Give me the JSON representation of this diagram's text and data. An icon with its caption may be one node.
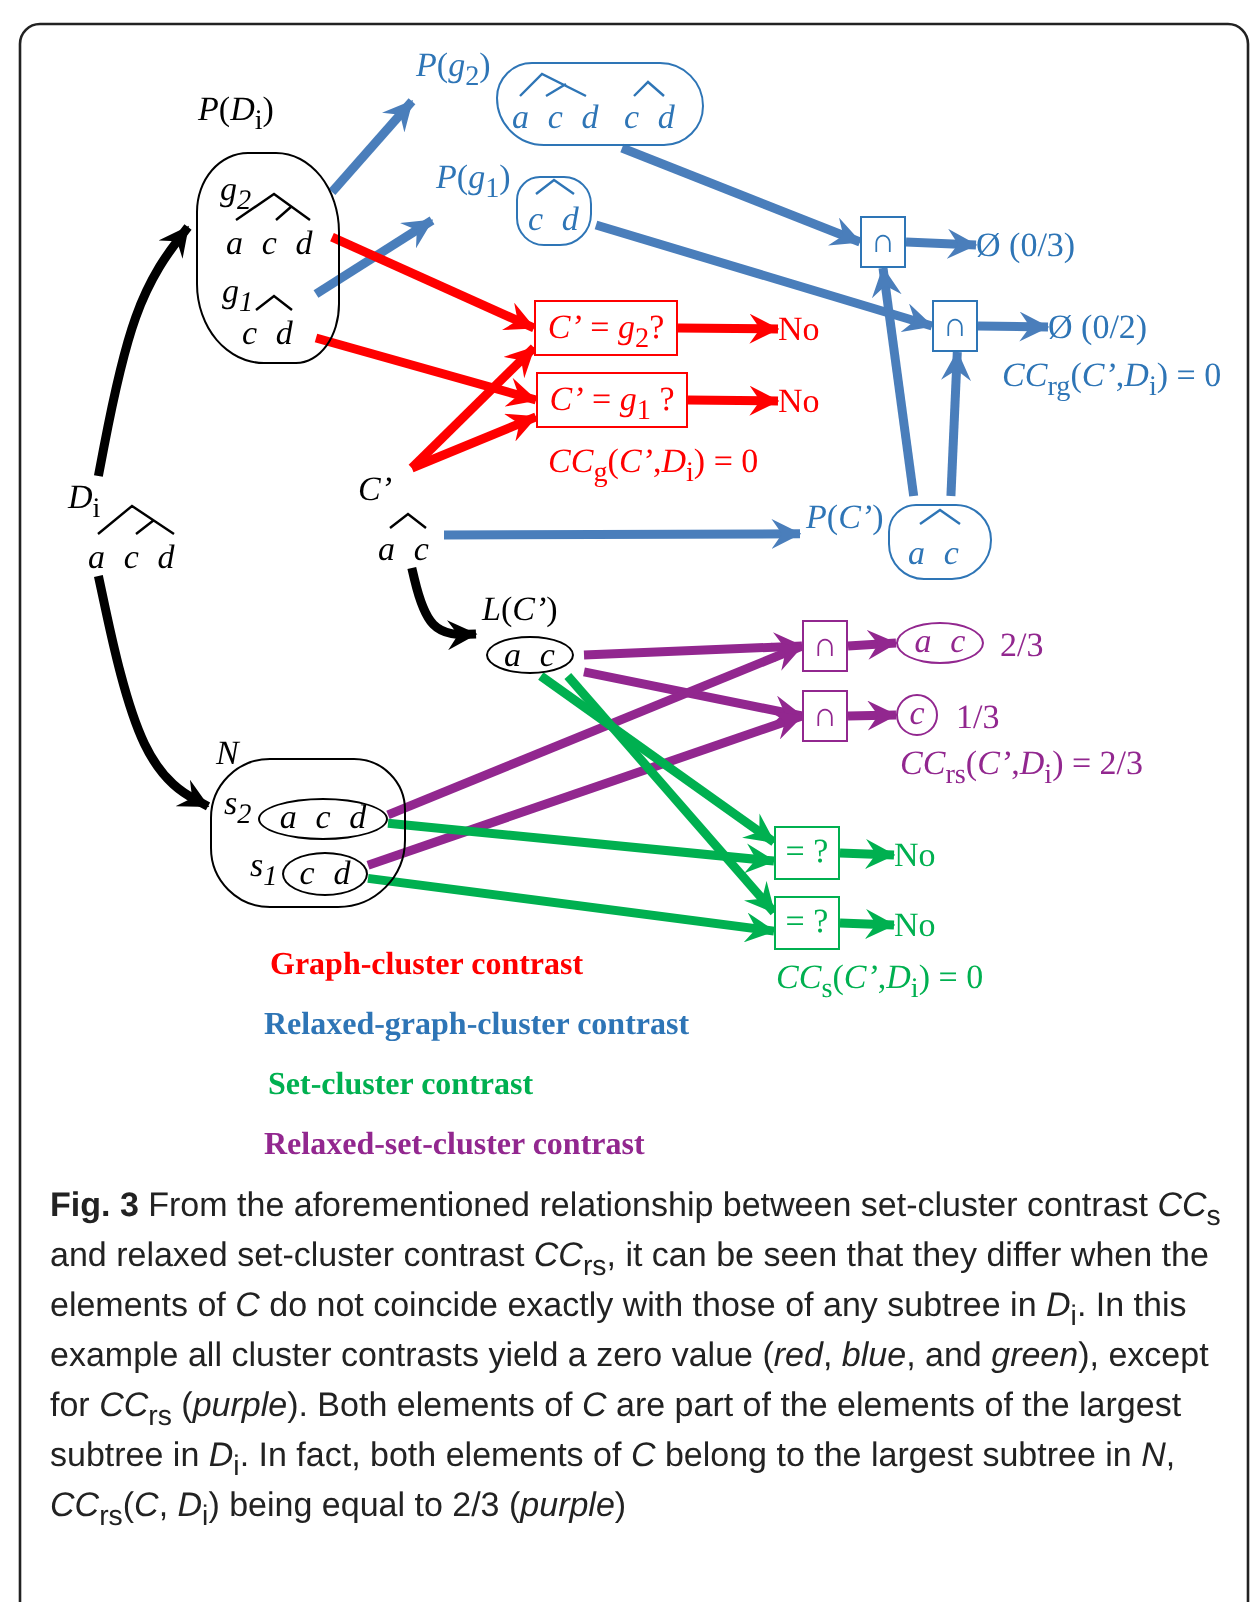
{
  "diagram": {
    "caption": "**Fig. 3** From the aforementioned relationship between set-cluster contrast *CC*$_{s}$ and relaxed set-cluster contrast *CC*$_{rs}$, it can be seen that they differ when the elements of *C* do not coincide exactly with those of any subtree in *D*$_{i}$. In this example all cluster contrasts yield a zero value (*red*, *blue*, and *green*), except for *CC*$_{rs}$ (*purple*). Both elements of *C* are part of the elements of the largest subtree in *D*$_{i}$. In fact, both elements of *C* belong to the largest subtree in *N*, *CC*$_{rs}$(*C*, *D*$_{i}$) being equal to 2/3 (*purple*)",
    "nodes": [
      {
        "text": [
          "*P*(*D*$_{i}$)"
        ]
      },
      {
        "text": [
          "g$_{2}$",
          "a c d"
        ],
        "in": 0
      },
      {
        "text": [
          "g$_{1}$",
          "c d"
        ],
        "in": 0
      },
      {
        "text": [
          "*P*(*g*$_{2}$)",
          "a c d",
          "c d"
        ]
      },
      {
        "text": [
          "*P*(*g*$_{1}$)",
          "c d"
        ]
      },
      {
        "text": [
          "∩"
        ]
      },
      {
        "text": [
          "Ø (0/3)"
        ]
      },
      {
        "text": [
          "∩"
        ]
      },
      {
        "text": [
          "Ø (0/2)"
        ]
      },
      {
        "text": [
          "*C’* = *g*$_{2}$?"
        ]
      },
      {
        "text": [
          "No"
        ]
      },
      {
        "text": [
          "*C’* = *g*$_{1}$ ?"
        ]
      },
      {
        "text": [
          "No"
        ]
      },
      {
        "text": [
          "*D*$_{i}$",
          "a c d"
        ]
      },
      {
        "text": [
          "C’",
          "a c"
        ]
      },
      {
        "text": [
          "*P*(*C’*)",
          "a c"
        ]
      },
      {
        "text": [
          "*L*(*C’*)",
          "a c"
        ]
      },
      {
        "text": [
          "∩"
        ]
      },
      {
        "text": [
          "a c"
        ],
        "beside": [
          "2/3"
        ]
      },
      {
        "text": [
          "∩"
        ]
      },
      {
        "text": [
          "c"
        ],
        "beside": [
          "1/3"
        ]
      },
      {
        "text": [
          "N"
        ]
      },
      {
        "text": [
          "a c d"
        ],
        "in": 21,
        "beside": [
          "s$_{2}$"
        ]
      },
      {
        "text": [
          "c d"
        ],
        "in": 21,
        "beside": [
          "s$_{1}$"
        ]
      },
      {
        "text": [
          "= ?"
        ]
      },
      {
        "text": [
          "No"
        ]
      },
      {
        "text": [
          "= ?"
        ]
      },
      {
        "text": [
          "No"
        ]
      }
    ],
    "edges": [
      {
        "from": 13,
        "to": 0,
        "arrow": "to",
        "color": "#000000"
      },
      {
        "from": 13,
        "to": 21,
        "arrow": "to",
        "color": "#000000"
      },
      {
        "from": 14,
        "to": 16,
        "arrow": "to",
        "color": "#000000"
      },
      {
        "from": 1,
        "to": 3,
        "arrow": "to"
      },
      {
        "from": 2,
        "to": 4,
        "arrow": "to"
      },
      {
        "from": 1,
        "to": 9,
        "arrow": "to",
        "color": "#ff0000"
      },
      {
        "from": 2,
        "to": 11,
        "arrow": "to",
        "color": "#ff0000"
      },
      {
        "from": 14,
        "to": 9,
        "arrow": "to",
        "color": "#ff0000"
      },
      {
        "from": 14,
        "to": 11,
        "arrow": "to",
        "color": "#ff0000"
      },
      {
        "from": 9,
        "to": 10,
        "arrow": "to",
        "color": "#ff0000"
      },
      {
        "from": 11,
        "to": 12,
        "arrow": "to",
        "color": "#ff0000"
      },
      {
        "from": 3,
        "to": 5,
        "arrow": "to"
      },
      {
        "from": 4,
        "to": 7,
        "arrow": "to"
      },
      {
        "from": 14,
        "to": 15,
        "arrow": "to"
      },
      {
        "from": 15,
        "to": 5,
        "arrow": "to"
      },
      {
        "from": 15,
        "to": 7,
        "arrow": "to"
      },
      {
        "from": 5,
        "to": 6,
        "arrow": "to"
      },
      {
        "from": 7,
        "to": 8,
        "arrow": "to"
      },
      {
        "from": 16,
        "to": 17,
        "arrow": "to",
        "color": "#92278f"
      },
      {
        "from": 16,
        "to": 19,
        "arrow": "to",
        "color": "#92278f"
      },
      {
        "from": 22,
        "to": 17,
        "arrow": "to",
        "color": "#92278f"
      },
      {
        "from": 23,
        "to": 19,
        "arrow": "to",
        "color": "#92278f"
      },
      {
        "from": 17,
        "to": 18,
        "arrow": "to",
        "color": "#92278f"
      },
      {
        "from": 19,
        "to": 20,
        "arrow": "to",
        "color": "#92278f"
      },
      {
        "from": 16,
        "to": 24,
        "arrow": "to",
        "color": "#00b050"
      },
      {
        "from": 16,
        "to": 26,
        "arrow": "to",
        "color": "#00b050"
      },
      {
        "from": 22,
        "to": 24,
        "arrow": "to",
        "color": "#00b050"
      },
      {
        "from": 23,
        "to": 26,
        "arrow": "to",
        "color": "#00b050"
      },
      {
        "from": 24,
        "to": 25,
        "arrow": "to",
        "color": "#00b050"
      },
      {
        "from": 26,
        "to": 27,
        "arrow": "to",
        "color": "#00b050"
      }
    ],
    "labels": [
      "*CC*$_{rg}$(*C’*,*D*$_{i}$) = 0",
      "*CC*$_{g}$(*C’*,*D*$_{i}$) = 0",
      "*CC*$_{rs}$(*C’*,*D*$_{i}$) = 2/3",
      "*CC*$_{s}$(*C’*,*D*$_{i}$) = 0",
      "Graph-cluster contrast",
      "Relaxed-graph-cluster contrast",
      "Set-cluster contrast",
      "Relaxed-set-cluster contrast"
    ]
  }
}
